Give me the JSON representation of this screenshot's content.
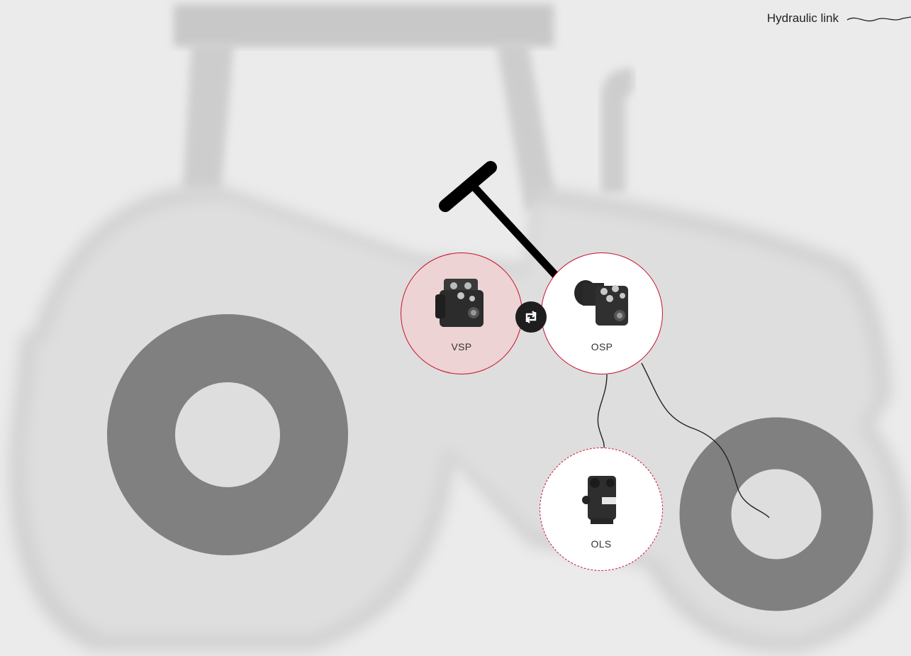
{
  "legend": {
    "label": "Hydraulic link",
    "icon": "wave-line-icon"
  },
  "colors": {
    "background": "#ebebeb",
    "tractor_body": "#cfcfcf",
    "wheels": "#808080",
    "steering_column": "#000000",
    "accent": "#c8102e",
    "selected_fill": "#edd3d3",
    "swap_button": "#1e1e1e"
  },
  "nodes": {
    "vsp": {
      "label": "VSP",
      "state": "selected",
      "icon": "steering-unit-icon"
    },
    "osp": {
      "label": "OSP",
      "state": "default",
      "icon": "steering-unit-motor-icon"
    },
    "ols": {
      "label": "OLS",
      "state": "optional",
      "icon": "priority-valve-icon"
    }
  },
  "swap_button": {
    "icon": "swap-arrows-icon"
  }
}
